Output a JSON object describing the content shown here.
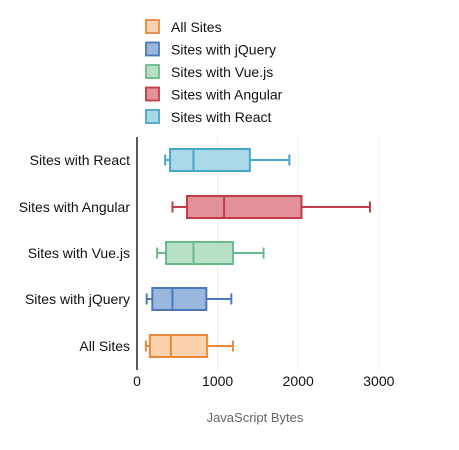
{
  "chart_data": {
    "type": "boxplot",
    "orientation": "horizontal",
    "categories": [
      "All Sites",
      "Sites with jQuery",
      "Sites with Vue.js",
      "Sites with Angular",
      "Sites with React"
    ],
    "series": [
      {
        "name": "All Sites",
        "min": 110,
        "q1": 160,
        "median": 420,
        "q3": 870,
        "max": 1190,
        "color": "#e8883a",
        "fill": "#fbd2ad"
      },
      {
        "name": "Sites with jQuery",
        "min": 120,
        "q1": 190,
        "median": 440,
        "q3": 860,
        "max": 1170,
        "color": "#4a78b8",
        "fill": "#9ab8de"
      },
      {
        "name": "Sites with Vue.js",
        "min": 250,
        "q1": 360,
        "median": 700,
        "q3": 1190,
        "max": 1570,
        "color": "#6ab98b",
        "fill": "#b7e0c6"
      },
      {
        "name": "Sites with Angular",
        "min": 440,
        "q1": 620,
        "median": 1080,
        "q3": 2040,
        "max": 2890,
        "color": "#c23c45",
        "fill": "#e2919a"
      },
      {
        "name": "Sites with React",
        "min": 350,
        "q1": 410,
        "median": 700,
        "q3": 1400,
        "max": 1890,
        "color": "#4aa6c8",
        "fill": "#a9d8e9"
      }
    ],
    "xlabel": "JavaScript Bytes",
    "xlim": [
      0,
      3250
    ],
    "xticks": [
      0,
      1000,
      2000,
      3000
    ],
    "grid": "vertical",
    "legend": "top"
  }
}
